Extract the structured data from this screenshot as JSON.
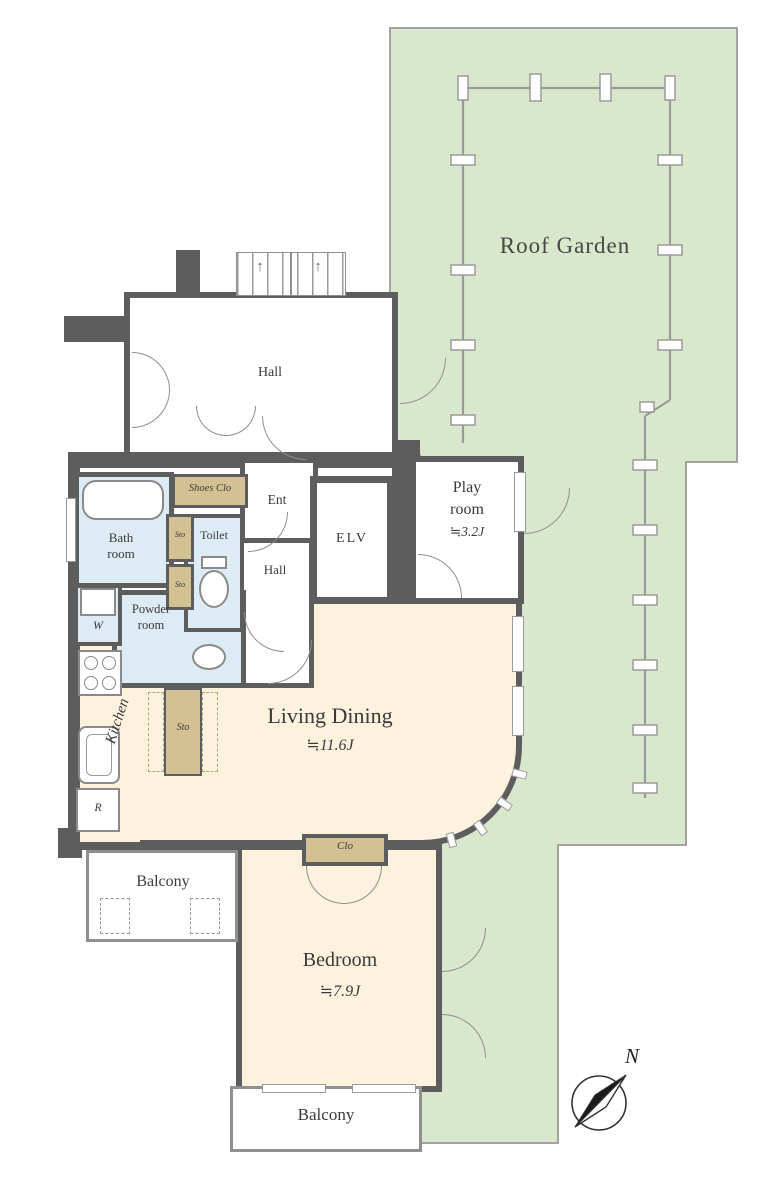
{
  "colors": {
    "garden": "#d9e8cd",
    "wall": "#5d5d5d",
    "cream": "#fcf2de",
    "blue": "#dcebf4",
    "tan": "#d3c194",
    "outline": "#9a9a9a",
    "text": "#3a3a3a"
  },
  "garden": {
    "label": "Roof Garden"
  },
  "halls": {
    "upper": "Hall",
    "inner": "Hall"
  },
  "stairs": {
    "arrow": "↑"
  },
  "entry": {
    "shoes_clo": "Shoes Clo",
    "ent": "Ent"
  },
  "sanitary": {
    "toilet": "Toilet",
    "bath_line1": "Bath",
    "bath_line2": "room",
    "powder_line1": "Powder",
    "powder_line2": "room",
    "washer": "W",
    "sto_a": "Sto",
    "sto_b": "Sto"
  },
  "elevator": {
    "label": "ELV"
  },
  "play_room": {
    "line1": "Play",
    "line2": "room",
    "size": "≒3.2J"
  },
  "living_dining": {
    "label": "Living Dining",
    "size": "≒11.6J"
  },
  "kitchen": {
    "label": "Kitchen",
    "fridge": "R",
    "sto": "Sto"
  },
  "bedroom": {
    "label": "Bedroom",
    "size": "≒7.9J",
    "closet": "Clo"
  },
  "balconies": {
    "left": "Balcony",
    "bottom": "Balcony"
  },
  "compass": {
    "label": "N"
  }
}
